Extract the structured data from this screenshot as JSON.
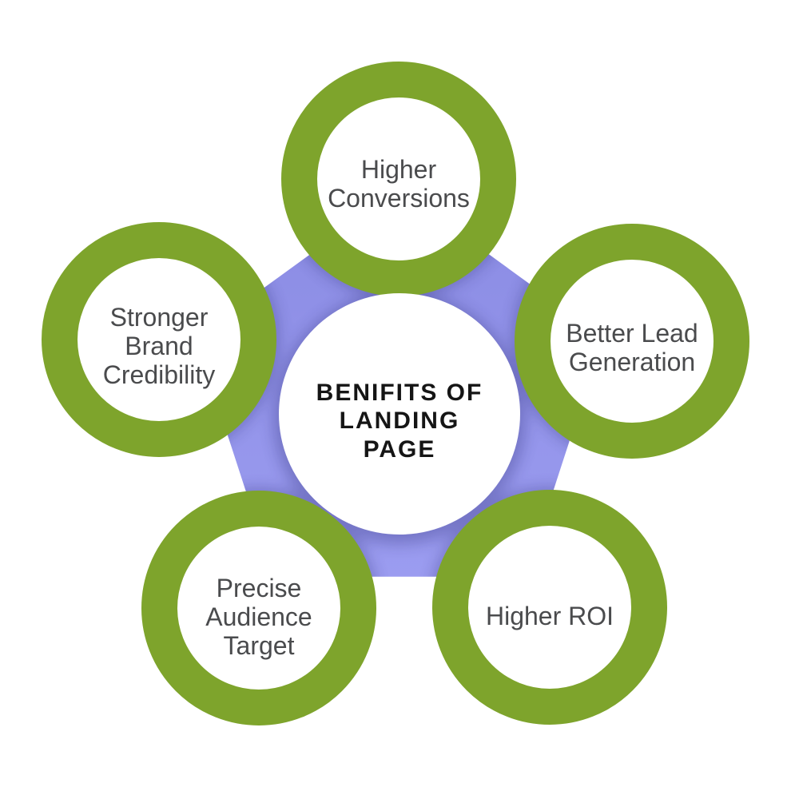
{
  "diagram": {
    "type": "radial-flower",
    "center": {
      "label": "BENIFITS OF\nLANDING\nPAGE"
    },
    "satellites": [
      {
        "id": "higher-conversions",
        "position": "top",
        "label": "Higher\nConversions"
      },
      {
        "id": "better-lead-generation",
        "position": "right",
        "label": "Better Lead\nGeneration"
      },
      {
        "id": "higher-roi",
        "position": "bottom-right",
        "label": "Higher ROI"
      },
      {
        "id": "precise-audience-target",
        "position": "bottom-left",
        "label": "Precise\nAudience\nTarget"
      },
      {
        "id": "stronger-brand-credibility",
        "position": "left",
        "label": "Stronger\nBrand\nCredibility"
      }
    ]
  },
  "colors": {
    "ring_green": "#7EA42C",
    "connector_purple": "#8A8BE3",
    "connector_purple_light": "#9B9CF0",
    "shadow": "#28286E",
    "label_text": "#4A4B4D",
    "center_text": "#151515",
    "background": "#FFFFFF"
  }
}
